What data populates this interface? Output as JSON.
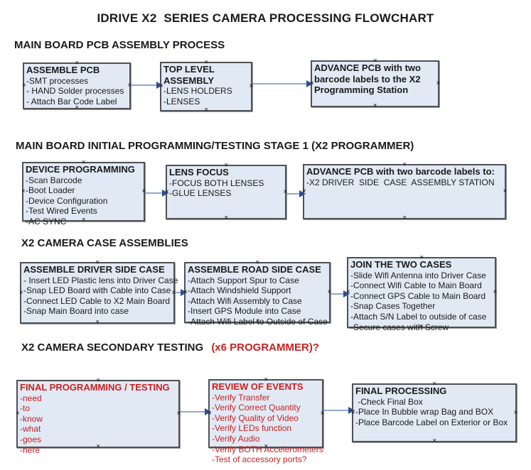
{
  "title": "IDRIVE X2  SERIES CAMERA PROCESSING FLOWCHART",
  "colors": {
    "box_fill": "#e1e9f4",
    "box_border": "#4f5155",
    "red_text": "#cc2020",
    "arrow_line": "#8faacd",
    "arrow_head": "#2f4e8f"
  },
  "sections": [
    {
      "heading": "MAIN BOARD PCB ASSEMBLY PROCESS",
      "boxes": [
        {
          "title": "ASSEMBLE PCB",
          "lines": [
            "-SMT processes",
            "- HAND Solder processes",
            "- Attach Bar Code Label"
          ]
        },
        {
          "title": "TOP LEVEL ASSEMBLY",
          "lines": [
            "-LENS HOLDERS",
            "-LENSES"
          ]
        },
        {
          "title": "ADVANCE PCB with two barcode labels to the X2 Programming Station",
          "lines": []
        }
      ]
    },
    {
      "heading": "MAIN BOARD INITIAL PROGRAMMING/TESTING STAGE 1 (X2 PROGRAMMER)",
      "boxes": [
        {
          "title": "DEVICE PROGRAMMING",
          "lines": [
            "-Scan Barcode",
            "-Boot Loader",
            "-Device Configuration",
            "-Test Wired Events",
            "-AC SYNC"
          ]
        },
        {
          "title": "LENS FOCUS",
          "lines": [
            "-FOCUS BOTH LENSES",
            "-GLUE LENSES"
          ]
        },
        {
          "title": "ADVANCE PCB with two barcode labels to:",
          "lines": [
            "-X2 DRIVER  SIDE  CASE  ASSEMBLY STATION"
          ]
        }
      ]
    },
    {
      "heading": "X2 CAMERA CASE ASSEMBLIES",
      "boxes": [
        {
          "title": "ASSEMBLE DRIVER SIDE CASE",
          "lines": [
            "- Insert LED Plastic lens into Driver Case",
            "-Snap LED Board with Cable into Case",
            "-Connect LED Cable to X2 Main Board",
            "-Snap Main Board into case"
          ]
        },
        {
          "title": "ASSEMBLE ROAD SIDE CASE",
          "lines": [
            "-Attach Support Spur to Case",
            "-Attach Windshield Support",
            "-Attach Wifi Assembly to Case",
            "-Insert GPS Module into Case",
            "-Attach Wifi Label to Outside of Case"
          ]
        },
        {
          "title": "JOIN THE TWO CASES",
          "lines": [
            "-Slide Wifi Antenna into Driver Case",
            "-Connect Wifi Cable to Main Board",
            "-Connect GPS Cable to Main Board",
            "-Snap Cases Together",
            "-Attach S/N Label to outside of case",
            "-Secure cases with Screw"
          ]
        }
      ]
    },
    {
      "heading": "X2 CAMERA SECONDARY TESTING ",
      "heading_red": "(x6 PROGRAMMER)?",
      "boxes": [
        {
          "title": "FINAL PROGRAMMING / TESTING",
          "lines": [
            "-need",
            "-to",
            "-know",
            "-what",
            "-goes",
            "-here"
          ]
        },
        {
          "title": "REVIEW OF EVENTS",
          "lines": [
            "-Verify Transfer",
            "-Verify Correct Quantity",
            "-Verify Quality of Video",
            "-Verify LEDs function",
            "-Verify Audio",
            "-Verify BOTH Accelerometers",
            "-Test of accessory ports?"
          ]
        },
        {
          "title": "FINAL PROCESSING",
          "lines": [
            " -Check Final Box",
            "-Place In Bubble wrap Bag and BOX",
            "-Place Barcode Label on Exterior or Box"
          ]
        }
      ]
    }
  ]
}
